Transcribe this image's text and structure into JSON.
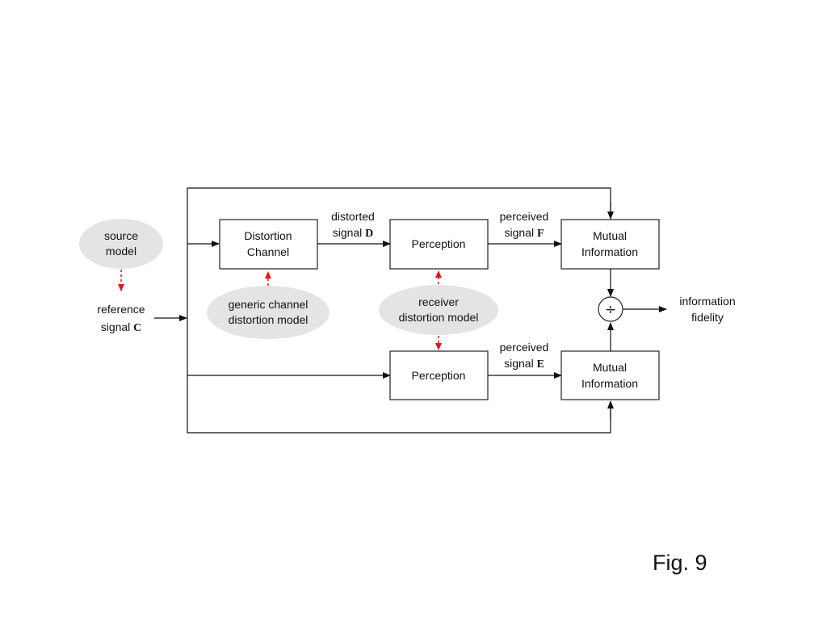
{
  "diagram": {
    "nodes": {
      "source_model": [
        "source",
        "model"
      ],
      "distortion_channel": [
        "Distortion",
        "Channel"
      ],
      "perception_top": "Perception",
      "perception_bottom": "Perception",
      "mutual_info_top": [
        "Mutual",
        "Information"
      ],
      "mutual_info_bottom": [
        "Mutual",
        "Information"
      ],
      "generic_channel_model": [
        "generic channel",
        "distortion model"
      ],
      "receiver_model": [
        "receiver",
        "distortion model"
      ],
      "divide_symbol": "÷"
    },
    "labels": {
      "reference_signal": {
        "line1": "reference",
        "line2_text": "signal ",
        "line2_bold": "C"
      },
      "distorted_signal": {
        "line1": "distorted",
        "line2_text": "signal ",
        "line2_bold": "D"
      },
      "perceived_signal_f": {
        "line1": "perceived",
        "line2_text": "signal ",
        "line2_bold": "F"
      },
      "perceived_signal_e": {
        "line1": "perceived",
        "line2_text": "signal ",
        "line2_bold": "E"
      },
      "information_fidelity": [
        "information",
        "fidelity"
      ]
    },
    "colors": {
      "ellipse_fill": "#e4e4e4",
      "dashed_arrow": "#e8141b",
      "stroke": "#111111"
    }
  },
  "figure_label": "Fig. 9"
}
